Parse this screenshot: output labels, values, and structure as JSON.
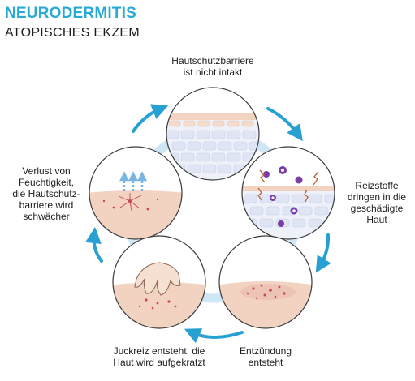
{
  "header": {
    "title": "NEURODERMITIS",
    "subtitle": "ATOPISCHES EKZEM"
  },
  "stages": [
    {
      "label_line1": "Hautschutzbarriere",
      "label_line2": "ist nicht intakt"
    },
    {
      "label_line1": "Reizstoffe",
      "label_line2": "dringen in die",
      "label_line3": "geschädigte",
      "label_line4": "Haut"
    },
    {
      "label_line1": "Entzündung",
      "label_line2": "entsteht"
    },
    {
      "label_line1": "Juckreiz entsteht, die",
      "label_line2": "Haut wird aufgekratzt"
    },
    {
      "label_line1": "Verlust von",
      "label_line2": "Feuchtigkeit,",
      "label_line3": "die Hautschutz-",
      "label_line4": "barriere wird",
      "label_line5": "schwächer"
    }
  ],
  "colors": {
    "title": "#29a9d6",
    "arrow": "#29a0d2",
    "ring": "#cfe7f5",
    "skin": "#f2d3c2",
    "skin_dark": "#e7b69d",
    "cell": "#e6ebf6",
    "immune": "#7a3da8",
    "spot": "#c8455b",
    "moisture": "#7ab6e0"
  }
}
